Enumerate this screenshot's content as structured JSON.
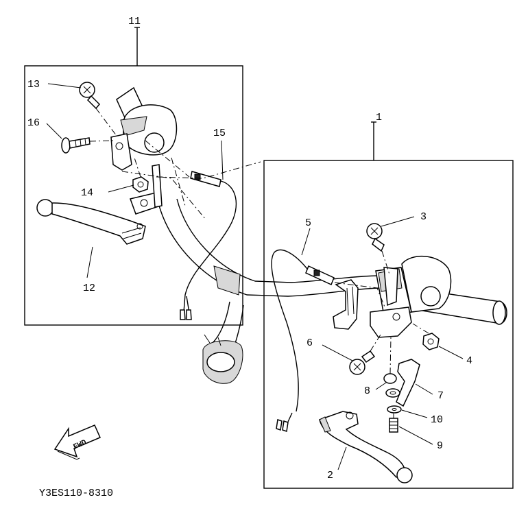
{
  "diagram": {
    "callouts": {
      "c1": "1",
      "c2": "2",
      "c3": "3",
      "c4": "4",
      "c5": "5",
      "c6": "6",
      "c7": "7",
      "c8": "8",
      "c9": "9",
      "c10": "10",
      "c11": "11",
      "c12": "12",
      "c13": "13",
      "c14": "14",
      "c15": "15",
      "c16": "16"
    },
    "fwd_label": "FWD",
    "drawing_code": "Y3ES110-8310"
  }
}
